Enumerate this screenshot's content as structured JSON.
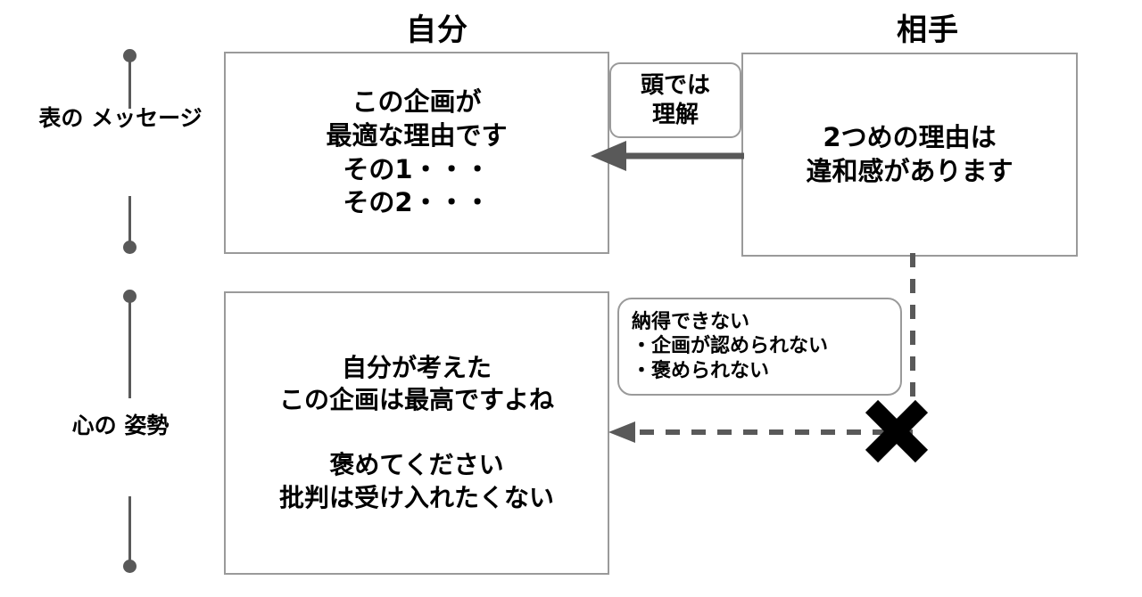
{
  "diagram": {
    "columns": {
      "self_label": "自分",
      "other_label": "相手"
    },
    "axis": {
      "top_label": "表の\nメッセージ",
      "bottom_label": "心の\n姿勢"
    },
    "boxes": {
      "self_surface_message": "この企画が\n最適な理由です\nその1・・・\nその2・・・",
      "other_surface_message": "2つめの理由は\n違和感があります",
      "self_inner_stance": "自分が考えた\nこの企画は最高ですよね\n\n褒めてください\n批判は受け入れたくない"
    },
    "callouts": {
      "understands_intellectually": "頭では\n理解",
      "not_convinced": "納得できない\n・企画が認められない\n・褒められない"
    },
    "markers": {
      "blocked_x": "✖",
      "blocked_x_name": "x-mark-blocked"
    },
    "colors": {
      "box_border": "#9a9a9a",
      "arrow_gray": "#595959",
      "brace_gray": "#595959",
      "x_black": "#000000",
      "background": "#ffffff"
    }
  }
}
